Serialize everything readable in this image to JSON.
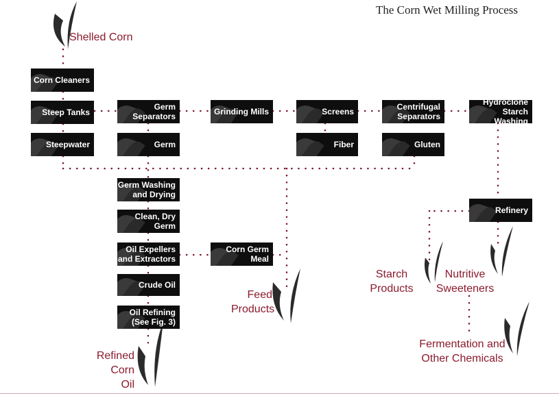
{
  "title": "The Corn Wet Milling Process",
  "boxes": {
    "corn_cleaners": "Corn Cleaners",
    "steep_tanks": "Steep Tanks",
    "steepwater": "Steepwater",
    "germ_separators": "Germ\nSeparators",
    "germ": "Germ",
    "grinding_mills": "Grinding Mills",
    "screens": "Screens",
    "fiber": "Fiber",
    "centrifugal_separators": "Centrifugal\nSeparators",
    "gluten": "Gluten",
    "hydroclone": "Hydroclone\nStarch Washing",
    "germ_washing": "Germ Washing\nand Drying",
    "clean_dry_germ": "Clean, Dry\nGerm",
    "oil_expellers": "Oil Expellers\nand Extractors",
    "crude_oil": "Crude Oil",
    "oil_refining": "Oil Refining\n(See Fig. 3)",
    "corn_germ_meal": "Corn Germ\nMeal",
    "refinery": "Refinery"
  },
  "labels": {
    "shelled_corn": "Shelled Corn",
    "feed_products": "Feed\nProducts",
    "refined_corn_oil": "Refined\nCorn\nOil",
    "starch_products": "Starch\nProducts",
    "nutritive_sweeteners": "Nutritive\nSweeteners",
    "fermentation": "Fermentation and\nOther Chemicals"
  },
  "colors": {
    "label": "#8a1a2c",
    "connector": "#7a1428",
    "box": "#0e0e0e"
  }
}
